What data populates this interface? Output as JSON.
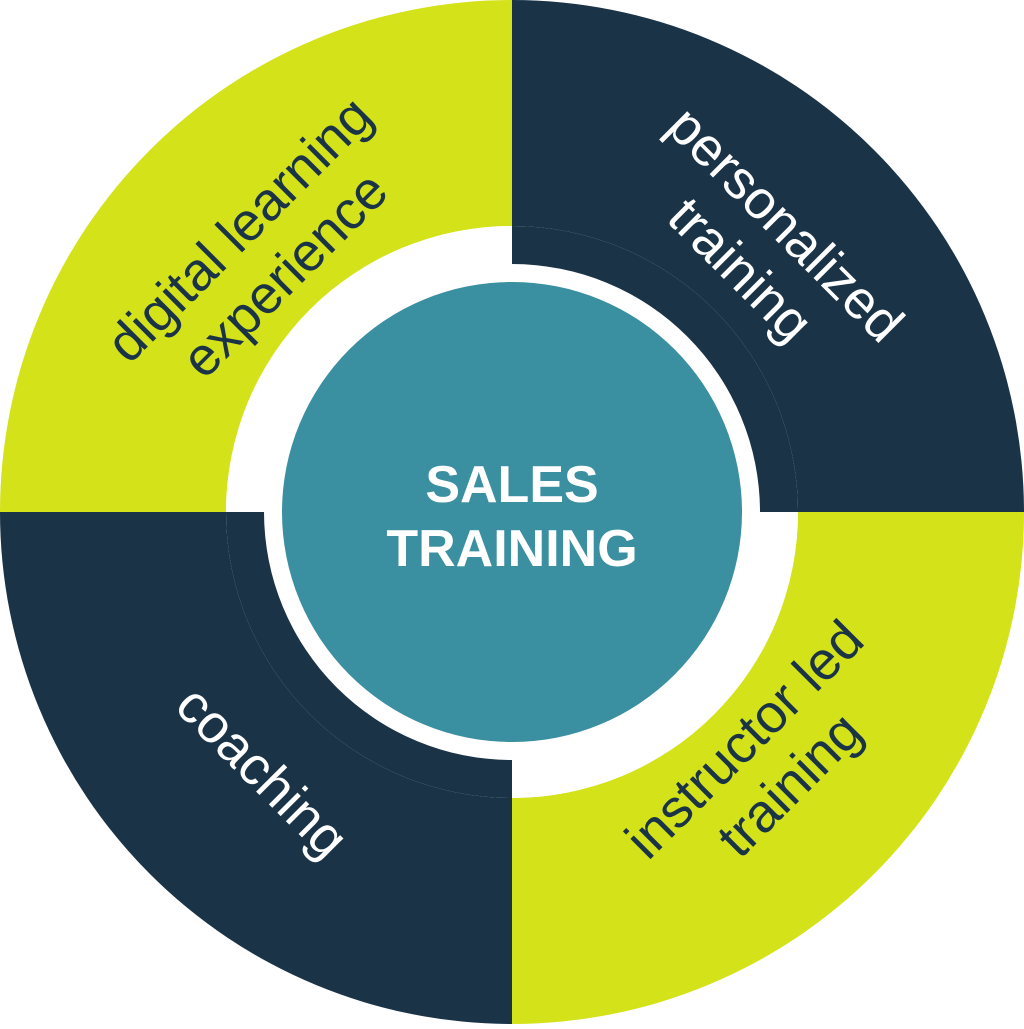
{
  "center": {
    "line1": "SALES",
    "line2": "TRAINING"
  },
  "segments": {
    "top_left": {
      "line1": "digital learning",
      "line2": "experience"
    },
    "top_right": {
      "line1": "personalized",
      "line2": "training"
    },
    "bottom_right": {
      "line1": "instructor led",
      "line2": "training"
    },
    "bottom_left": {
      "line1": "coaching"
    }
  },
  "colors": {
    "lime": "#d4e21a",
    "navy": "#1a3346",
    "teal": "#3a8fa0",
    "white": "#ffffff"
  }
}
